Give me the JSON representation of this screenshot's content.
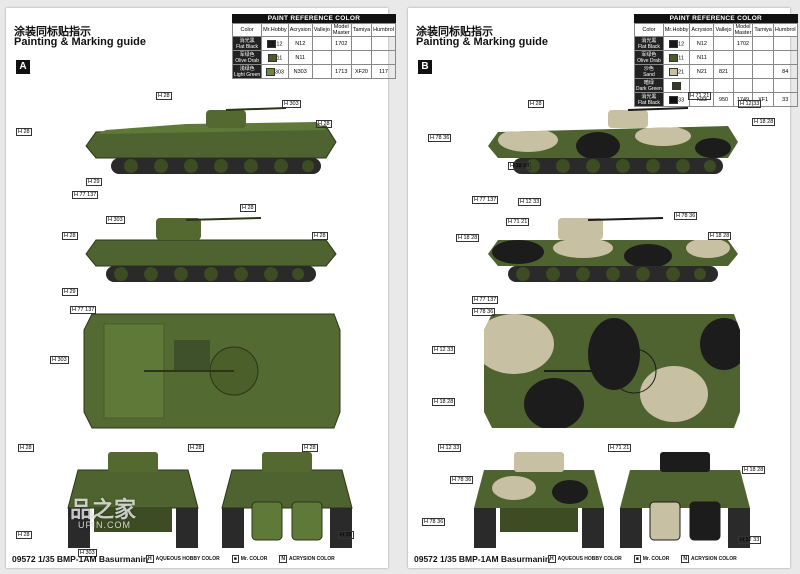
{
  "sheet_a": {
    "title_cn": "涂装同标贴指示",
    "title_en": "Painting & Marking guide",
    "letter": "A",
    "table": {
      "caption": "PAINT  REFERENCE COLOR",
      "headers": [
        "Color",
        "Mr.Hobby",
        "Acrysion",
        "Vallejo",
        "Model Master",
        "Tamiya",
        "Humbrol"
      ],
      "rows": [
        {
          "cn": "消光黑",
          "en": "Flat Black",
          "swatch": "#1a1a1a",
          "hobby": "12",
          "acrysion": "N12",
          "vallejo": "",
          "master": "1702",
          "tamiya": "",
          "humbrol": ""
        },
        {
          "cn": "军绿色",
          "en": "Olive Drab",
          "swatch": "#4b5a2a",
          "hobby": "11",
          "acrysion": "N11",
          "vallejo": "",
          "master": "",
          "tamiya": "",
          "humbrol": ""
        },
        {
          "cn": "浅绿色",
          "en": "Light Green",
          "swatch": "#6f8a3e",
          "hobby": "303",
          "acrysion": "N303",
          "vallejo": "",
          "master": "1713",
          "tamiya": "XF20",
          "humbrol": "117"
        }
      ]
    },
    "callouts": [
      "H 28",
      "H 303",
      "H 28",
      "H 28",
      "H 29",
      "H 77 137",
      "H 28",
      "H 303",
      "H 28",
      "H 28",
      "H 29",
      "H 77 137",
      "H 303",
      "H 28",
      "H 28",
      "H 28",
      "H 28",
      "H 28",
      "H 303"
    ],
    "footer": "09572 1/35 BMP-1AM Basurmanin"
  },
  "sheet_b": {
    "title_cn": "涂装同标贴指示",
    "title_en": "Painting & Marking guide",
    "letter": "B",
    "table": {
      "caption": "PAINT  REFERENCE COLOR",
      "headers": [
        "Color",
        "Mr.Hobby",
        "Acrysion",
        "Vallejo",
        "Model Master",
        "Tamiya",
        "Humbrol"
      ],
      "rows": [
        {
          "cn": "消光黑",
          "en": "Flat Black",
          "swatch": "#1a1a1a",
          "hobby": "12",
          "acrysion": "N12",
          "vallejo": "",
          "master": "1702",
          "tamiya": "",
          "humbrol": ""
        },
        {
          "cn": "军绿色",
          "en": "Olive Drab",
          "swatch": "#4b5a2a",
          "hobby": "11",
          "acrysion": "N11",
          "vallejo": "",
          "master": "",
          "tamiya": "",
          "humbrol": ""
        },
        {
          "cn": "沙色",
          "en": "Sand",
          "swatch": "#c9c0a0",
          "hobby": "21",
          "acrysion": "N21",
          "vallejo": "821",
          "master": "",
          "tamiya": "",
          "humbrol": "84"
        },
        {
          "cn": "暗绿",
          "en": "Dark Green",
          "swatch": "#2f3d22",
          "hobby": "",
          "acrysion": "",
          "vallejo": "",
          "master": "",
          "tamiya": "",
          "humbrol": ""
        },
        {
          "cn": "消光黑",
          "en": "Flat Black",
          "swatch": "#111111",
          "hobby": "33",
          "acrysion": "N33",
          "vallejo": "950",
          "master": "1749",
          "tamiya": "XF1",
          "humbrol": "33"
        }
      ]
    },
    "callouts": [
      "H 71 21",
      "H 12 33",
      "H 18 28",
      "H 78 36",
      "H 28",
      "H 18 28",
      "H 77 137",
      "H 12 33",
      "H 71 21",
      "H 18 28",
      "H 78 36",
      "H 18 28",
      "H 77 137",
      "H 78 36",
      "H 12 33",
      "H 18 28",
      "H 12 33",
      "H 71 21",
      "H 78 36",
      "H 18 28",
      "H 78 36",
      "H 12 33"
    ],
    "footer": "09572 1/35 BMP-1AM Basurmanin"
  },
  "legend": {
    "hobby": "AQUEOUS HOBBY COLOR",
    "mr": "Mr. COLOR",
    "acrysion": "ACRYSION COLOR"
  },
  "watermark": {
    "main": "品之家",
    "sub": "UPIN.COM"
  },
  "colors": {
    "olive": "#556b2f",
    "olive_dark": "#3d4c22",
    "olive_light": "#6b8340",
    "sand": "#c8c0a2",
    "black": "#1c1c1c"
  }
}
